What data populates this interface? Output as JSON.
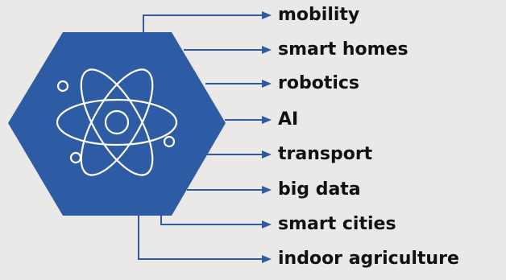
{
  "colors": {
    "background": "#ebe9e7",
    "hexagon": "#2d5ca4",
    "connector": "#2d5ca4",
    "icon_stroke": "#ffffff",
    "text": "#111111"
  },
  "center": {
    "icon": "atom-icon"
  },
  "items": [
    {
      "label": "mobility"
    },
    {
      "label": "smart homes"
    },
    {
      "label": "robotics"
    },
    {
      "label": "AI"
    },
    {
      "label": "transport"
    },
    {
      "label": "big data"
    },
    {
      "label": "smart cities"
    },
    {
      "label": "indoor agriculture"
    }
  ]
}
